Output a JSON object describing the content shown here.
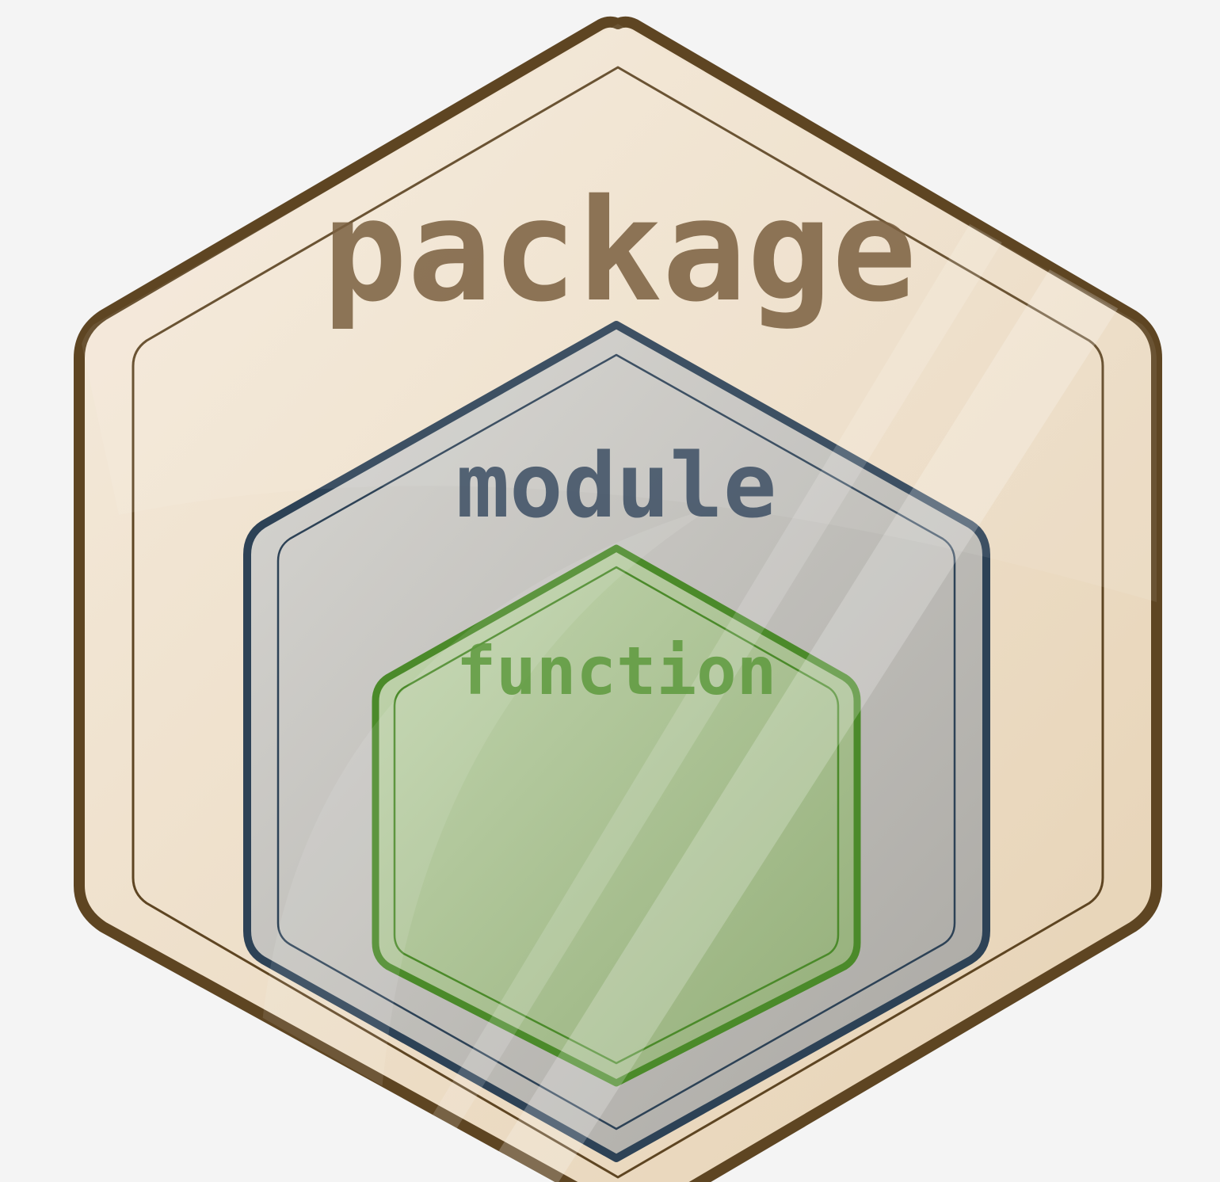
{
  "background": "#f4f4f4",
  "layers": {
    "package": {
      "label": "package",
      "fill": "#efe3d1",
      "stroke": "#5e4522",
      "text_color": "#7b6040"
    },
    "module": {
      "label": "module",
      "fill": "#c4c2bd",
      "stroke": "#2d4256",
      "text_color": "#3d4f64"
    },
    "function": {
      "label": "function",
      "fill": "#a9c18f",
      "stroke": "#4b8a2a",
      "text_color": "#5e9a3e"
    }
  }
}
